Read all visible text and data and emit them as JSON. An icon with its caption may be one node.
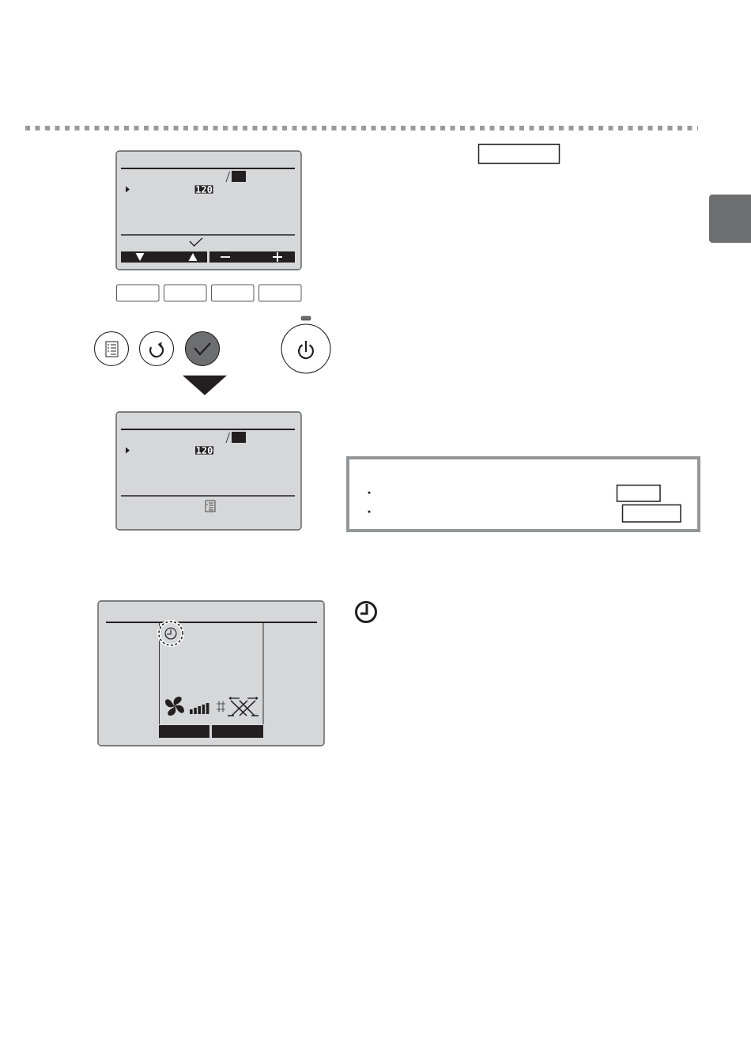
{
  "diagram": {
    "nodes": [
      {
        "text": [
          "120"
        ]
      },
      {
        "text": [],
        "shape": "circle"
      },
      {
        "text": [
          "120"
        ]
      },
      {
        "text": [],
        "shape": "box"
      }
    ],
    "edges": [
      {
        "from": 1,
        "to": 2,
        "arrow": "to"
      }
    ]
  }
}
